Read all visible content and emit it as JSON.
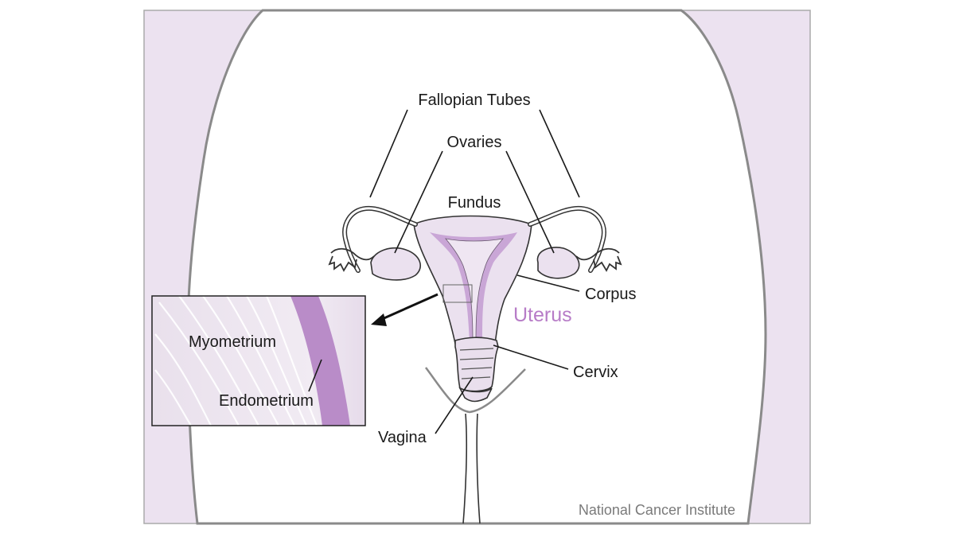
{
  "labels": {
    "fallopian_tubes": "Fallopian Tubes",
    "ovaries": "Ovaries",
    "fundus": "Fundus",
    "corpus": "Corpus",
    "uterus": "Uterus",
    "cervix": "Cervix",
    "vagina": "Vagina",
    "myometrium": "Myometrium",
    "endometrium": "Endometrium"
  },
  "credit": "National Cancer Institute",
  "colors": {
    "body_fill": "#ece2f0",
    "lining": "#c9a6d6",
    "endometrium": "#b98cc8",
    "uterus_label": "#b77cc7",
    "outline": "#8a8a8a"
  }
}
